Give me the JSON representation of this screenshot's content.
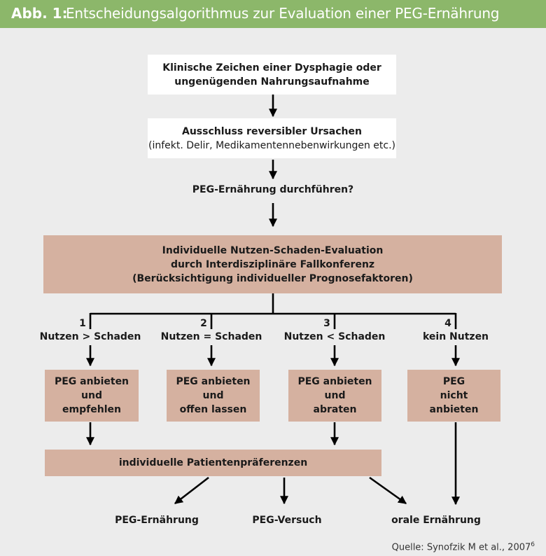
{
  "header": {
    "label": "Abb. 1:",
    "title": "Entscheidungsalgorithmus zur Evaluation einer PEG-Ernährung",
    "color": "#8cb76a"
  },
  "steps": {
    "dysphagia": {
      "line1": "Klinische Zeichen einer Dysphagie oder",
      "line2": "ungenügenden Nahrungsaufnahme"
    },
    "exclusion": {
      "line1": "Ausschluss reversibler Ursachen",
      "line2": "(infekt. Delir, Medikamentennebenwirkungen etc.)"
    },
    "question": "PEG-Ernährung durchführen?",
    "evaluation": {
      "line1": "Individuelle Nutzen-Schaden-Evaluation",
      "line2": "durch Interdisziplinäre Fallkonferenz",
      "line3": "(Berücksichtigung individueller Prognosefaktoren)"
    }
  },
  "branches": [
    {
      "number": "1",
      "label": "Nutzen > Schaden",
      "action": [
        "PEG anbieten",
        "und",
        "empfehlen"
      ]
    },
    {
      "number": "2",
      "label": "Nutzen = Schaden",
      "action": [
        "PEG anbieten",
        "und",
        "offen lassen"
      ]
    },
    {
      "number": "3",
      "label": "Nutzen < Schaden",
      "action": [
        "PEG anbieten",
        "und",
        "abraten"
      ]
    },
    {
      "number": "4",
      "label": "kein Nutzen",
      "action": [
        "PEG",
        "nicht",
        "anbieten"
      ]
    }
  ],
  "preferences": "individuelle Patientenpräferenzen",
  "outcomes": [
    "PEG-Ernährung",
    "PEG-Versuch",
    "orale Ernährung"
  ],
  "source": {
    "text": "Quelle: Synofzik M et al., 2007",
    "superscript": "6"
  },
  "colors": {
    "box_fill": "#d5b1a0",
    "background": "#ececec",
    "lines": "#000000"
  }
}
